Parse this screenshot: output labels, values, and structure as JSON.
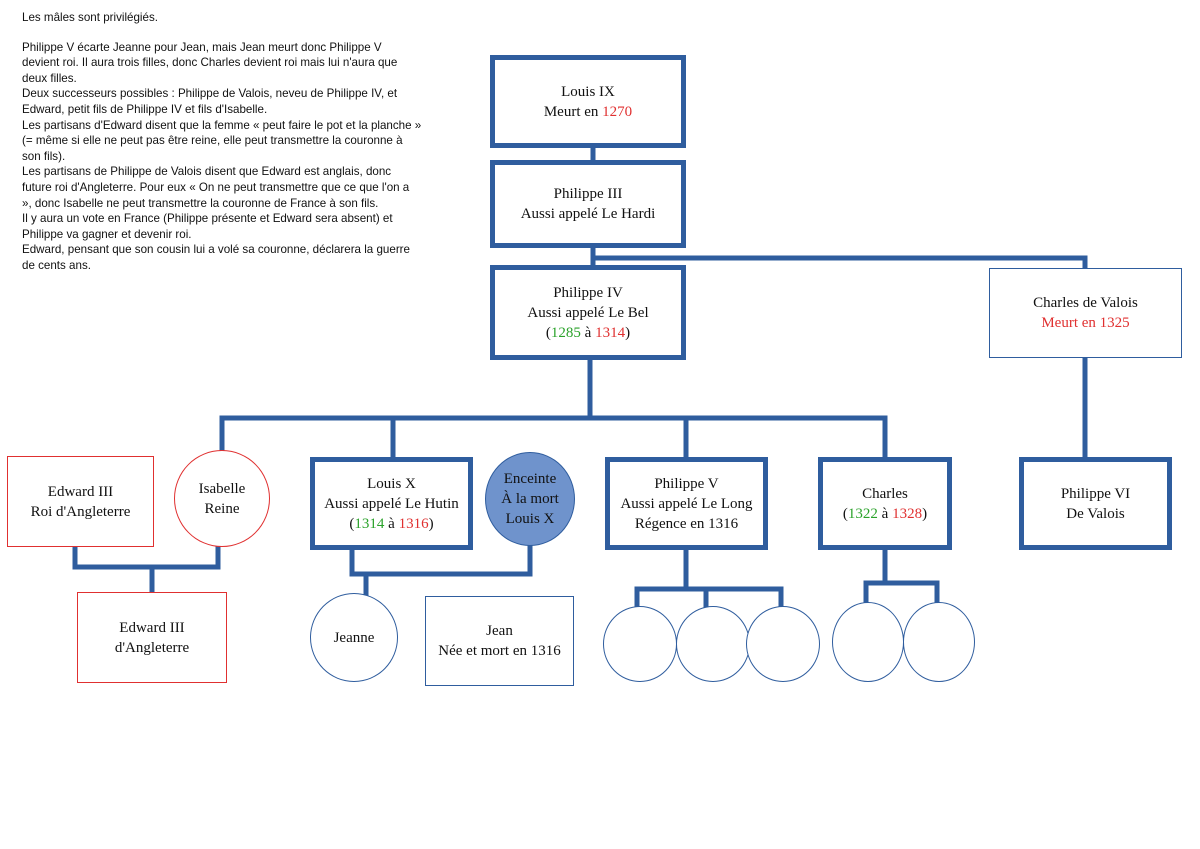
{
  "notes": {
    "p1": "Les mâles sont privilégiés.",
    "p2": "Philippe V écarte Jeanne pour Jean, mais Jean meurt donc Philippe V devient roi. Il aura trois filles, donc Charles devient roi mais lui n'aura que deux filles.",
    "p3": "Deux successeurs possibles : Philippe de Valois, neveu de Philippe IV, et Edward, petit fils de Philippe IV et fils d'Isabelle.",
    "p4": "Les partisans d'Edward disent que la femme « peut faire le pot et la planche » (= même si elle ne peut pas être reine, elle peut transmettre la couronne à son fils).",
    "p5": "Les partisans de Philippe de Valois disent que Edward est anglais, donc future roi d'Angleterre. Pour eux « On ne peut transmettre que ce que l'on a », donc Isabelle ne peut transmettre la couronne de France à son fils.",
    "p6": "Il y aura un vote en France (Philippe présente et Edward sera absent) et Philippe va gagner et devenir roi.",
    "p7": "Edward, pensant que son cousin lui a volé sa couronne, déclarera la guerre de cents ans."
  },
  "nodes": {
    "louis9": {
      "name": "Louis IX",
      "death_prefix": "Meurt en ",
      "death_year": "1270"
    },
    "philippe3": {
      "name": "Philippe III",
      "alias": "Aussi appelé Le Hardi"
    },
    "philippe4": {
      "name": "Philippe IV",
      "alias": "Aussi appelé Le Bel",
      "open": "(",
      "start": "1285",
      "sep": " à ",
      "end": "1314",
      "close": ")"
    },
    "charles_valois": {
      "name": "Charles de Valois",
      "death": "Meurt en 1325"
    },
    "edward3_roi": {
      "name": "Edward III",
      "title": "Roi d'Angleterre"
    },
    "isabelle": {
      "name": "Isabelle",
      "title": "Reine"
    },
    "louis10": {
      "name": "Louis X",
      "alias": "Aussi appelé Le Hutin",
      "open": "(",
      "start": "1314",
      "sep": " à ",
      "end": "1316",
      "close": ")"
    },
    "enceinte": {
      "line1": "Enceinte",
      "line2": "À la mort",
      "line3": "Louis X"
    },
    "philippe5": {
      "name": "Philippe V",
      "alias": "Aussi appelé Le Long",
      "note": "Régence en 1316"
    },
    "charles": {
      "name": "Charles",
      "open": "(",
      "start": "1322",
      "sep": " à ",
      "end": "1328",
      "close": ")"
    },
    "philippe6": {
      "name": "Philippe VI",
      "title": "De Valois"
    },
    "edward3": {
      "name": "Edward III",
      "title": "d'Angleterre"
    },
    "jeanne": {
      "name": "Jeanne"
    },
    "jean": {
      "name": "Jean",
      "note": "Née et mort en 1316"
    }
  },
  "colors": {
    "line": "#2f5d9e",
    "death": "#e03030",
    "reign_start": "#2aa22a",
    "filled_circle": "#6f93cc"
  }
}
